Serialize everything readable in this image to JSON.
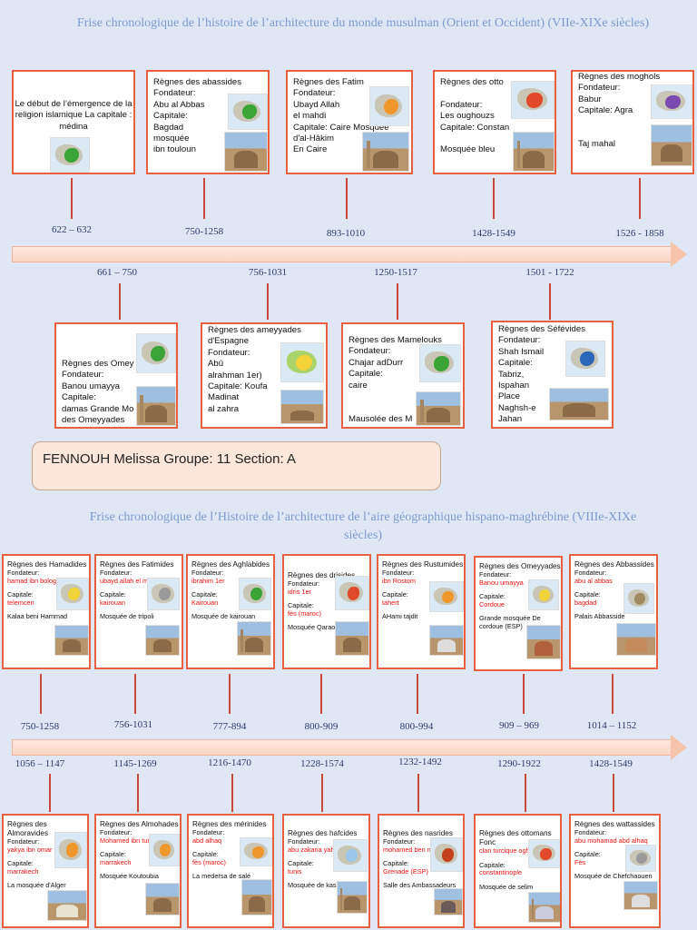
{
  "section1": {
    "title": "Frise chronologique de l’histoire de l’architecture du monde musulman (Orient et Occident) (VIIe-XIXe siècles)",
    "top_cards": [
      {
        "text": "Le début de l’émergence de la religion islamique La capitale : médina"
      },
      {
        "text": "Règnes des abassides\nFondateur:\nAbu al Abbas\nCapitale:\n Bagdad\nmosquée\nibn touloun"
      },
      {
        "text": "Règnes des Fatim\nFondateur:\nUbayd Allah\nel mahdi\nCapitale: Caire Mosquée\nd'al-Hâkim\nEn Caire"
      },
      {
        "text": "Règnes des otto\n\nFondateur:\nLes oughouzs\nCapitale: Constan\n\nMosquée bleu"
      },
      {
        "text": "Règnes des moghols\nFondateur:\nBabur\nCapitale: Agra\n\n\nTaj mahal"
      }
    ],
    "top_dates": [
      "622 – 632",
      "750-1258",
      "893-1010",
      "1428-1549",
      "1526 - 1858"
    ],
    "bottom_dates": [
      "661 – 750",
      "756-1031",
      "1250-1517",
      "1501 - 1722"
    ],
    "bottom_cards": [
      {
        "text": "Règnes des Omey\n Fondateur:\nBanou umayya\nCapitale:\ndamas Grande Mo\ndes Omeyyades"
      },
      {
        "text": "Règnes des ameyyades\nd'Espagne\nFondateur:\nAbû\nalrahman 1er)\nCapitale: Koufa\nMadinat\nal zahra"
      },
      {
        "text": "Règnes des Mamelouks\nFondateur:\nChajar adDurr\nCapitale:\ncaire\n\n\nMausolée des M"
      },
      {
        "text": "Règnes des Séfévides\nFondateur:\nShah Ismail\nCapitale:\n Tabriz,\nIspahan\n Place\n Naghsh-e\n Jahan"
      }
    ]
  },
  "author_box": "FENNOUH Melissa Groupe: 11 Section: A",
  "section2": {
    "title": "Frise chronologique de l’Histoire de l’architecture de l’aire géographique hispano-maghrébine (VIIIe-XIXe siècles)",
    "top_cards": [
      {
        "head": "Règnes des Hamadides",
        "f_label": "Fondateur:",
        "f_value": "hamad ibn bologin",
        "c_label": "Capitale:",
        "c_value": "telemcen",
        "monument": "Kalaa beni Hammad"
      },
      {
        "head": "Règnes des Fatimides",
        "f_label": "Fondateur:",
        "f_value": "ubayd allah el mahdi",
        "c_label": "Capitale:",
        "c_value": "kairouan",
        "monument": "Mosquée de tripoli"
      },
      {
        "head": "Règnes des Aghlabides",
        "f_label": "Fondateur:",
        "f_value": "ibrahim 1er",
        "c_label": "Capitale:",
        "c_value": "Kairouan",
        "monument": "Mosquée de kairouan"
      },
      {
        "head": "Règnes des drisides",
        "f_label": "Fondateur:",
        "f_value": "idris 1er",
        "c_label": "Capitale:",
        "c_value": "fès (maroc)",
        "monument": "Mosquée Qaraouiyine"
      },
      {
        "head": "Règnes des Rustumides",
        "f_label": "Fondateur:",
        "f_value": "ibn Rostom",
        "c_label": "Capitale:",
        "c_value": "tahert",
        "monument": "AHami tajdit"
      },
      {
        "head": "Règnes des Omeyyades",
        "f_label": "Fondateur:",
        "f_value": "Banou umayya",
        "c_label": "Capitale:",
        "c_value": "Cordoue",
        "monument": "Grande mosquée De cordoue (ESP)"
      },
      {
        "head": "Règnes des Abbassides",
        "f_label": "Fondateur:",
        "f_value": "abu al abbas",
        "c_label": "Capitale:",
        "c_value": "bagdad",
        "monument": "Palais Abbasside"
      }
    ],
    "top_dates": [
      "750-1258",
      "756-1031",
      "777-894",
      "800-909",
      "800-994",
      "909 – 969",
      "1014 – 1152"
    ],
    "bottom_dates": [
      "1056 – 1147",
      "1145-1269",
      "1216-1470",
      "1228-1574",
      "1232-1492",
      "1290-1922",
      "1428-1549"
    ],
    "bottom_cards": [
      {
        "head": "Règnes des Almoravides",
        "f_label": "Fondateur:",
        "f_value": "yakya ibn omar",
        "c_label": "Capitale:",
        "c_value": "marrakech",
        "monument": "La mosquée d'Alger"
      },
      {
        "head": "Règnes des Almohades",
        "f_label": "Fondateur:",
        "f_value": "Mohamed ibn tumart",
        "c_label": "Capitale:",
        "c_value": "marrakech",
        "monument": "Mosquée Koutoubia"
      },
      {
        "head": "Règnes des mérinides",
        "f_label": "Fondateur:",
        "f_value": "abd alhaq",
        "c_label": "Capitale:",
        "c_value": "fès (maroc)",
        "monument": "La medersa de salé"
      },
      {
        "head": "Règnes des hafcides",
        "f_label": "Fondateur:",
        "f_value": "abu zakaria yahya",
        "c_label": "Capitale:",
        "c_value": "tunis",
        "monument": "Mosquée de kasbah"
      },
      {
        "head": "Règnes des nasrides",
        "f_label": "Fondateur:",
        "f_value": "mohamed ben nasser",
        "c_label": "Capitale:",
        "c_value": "Grenade (ESP)",
        "monument": "Salle des Ambassadeurs"
      },
      {
        "head": "Règnes des ottomans Fonc",
        "f_label": "",
        "f_value": "clan turcique oghouz",
        "c_label": "Capitale:",
        "c_value": "constantinople",
        "monument": "Mosquée de selim"
      },
      {
        "head": "Règnes des wattassides",
        "f_label": "Fondateur:",
        "f_value": "abu mohamad abd alhaq",
        "c_label": "Capitale:",
        "c_value": "Fès",
        "monument": "Mosquée de Chefchaouen"
      }
    ]
  }
}
